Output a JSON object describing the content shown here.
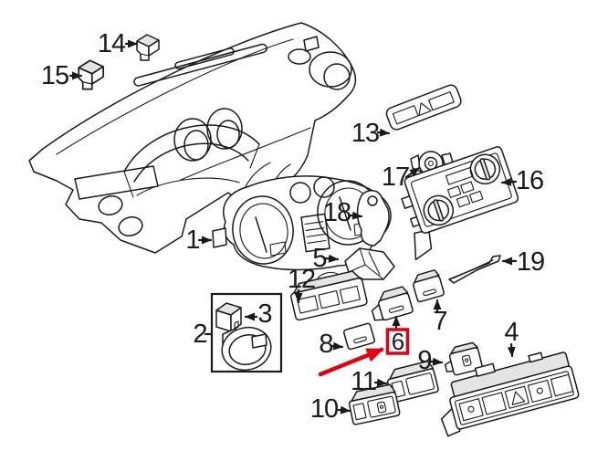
{
  "diagram": {
    "subject": "Exploded parts diagram - instrument panel, switches and controls",
    "highlighted_callout": "6",
    "colors": {
      "line": "#1a1a1a",
      "highlight": "#e3000f",
      "shade": "#e4e4e4",
      "background": "#ffffff"
    },
    "labels": {
      "1": "1",
      "2": "2",
      "3": "3",
      "4": "4",
      "5": "5",
      "6": "6",
      "7": "7",
      "8": "8",
      "9": "9",
      "10": "10",
      "11": "11",
      "12": "12",
      "13": "13",
      "14": "14",
      "15": "15",
      "16": "16",
      "17": "17",
      "18": "18",
      "19": "19"
    }
  }
}
